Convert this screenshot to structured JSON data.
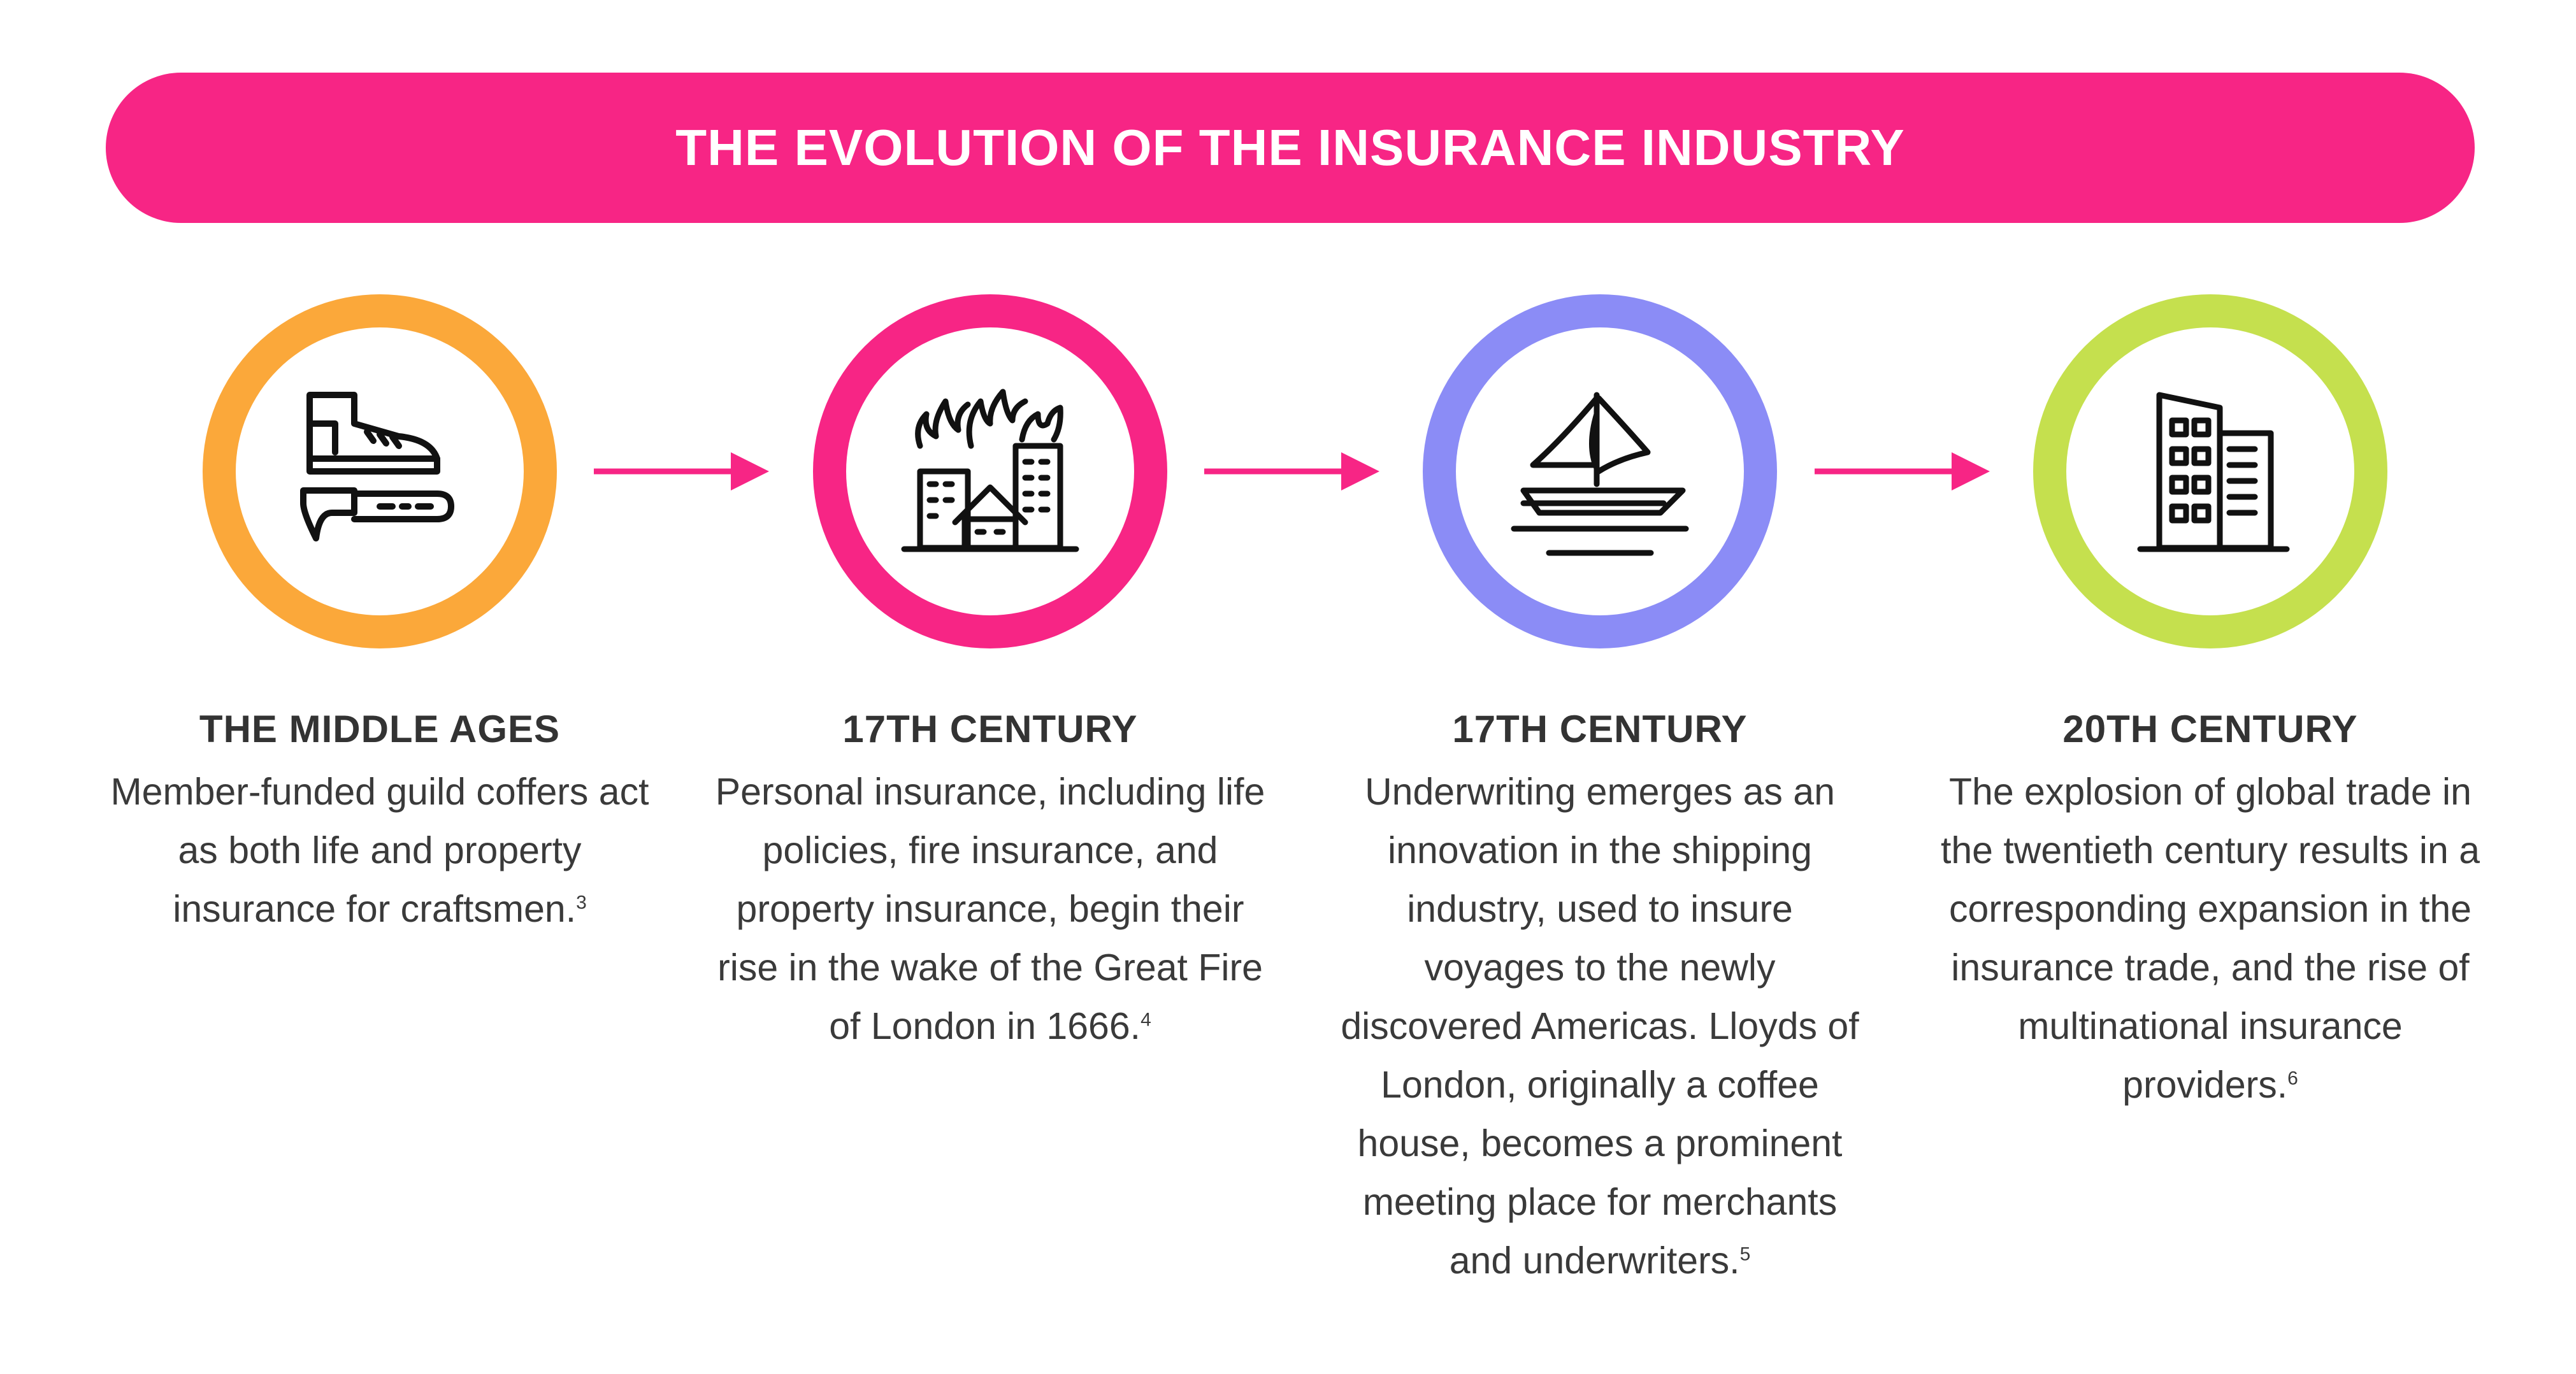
{
  "banner": {
    "title": "THE EVOLUTION OF THE INSURANCE INDUSTRY",
    "color": "#f72585"
  },
  "colors": {
    "stage_1_ring": "#fba83a",
    "stage_2_ring": "#f72585",
    "stage_3_ring": "#8b8cf6",
    "stage_4_ring": "#c5e04e",
    "arrow": "#f72585"
  },
  "stages": [
    {
      "title": "THE MIDDLE AGES",
      "description": "Member-funded guild coffers act as both life and property insurance for craftsmen.",
      "footnote": "3",
      "icon": "boot-and-hammer-icon"
    },
    {
      "title": "17TH CENTURY",
      "description": "Personal insurance, including life policies, fire insurance, and property insurance, begin their rise in the wake of the Great Fire of London in 1666.",
      "footnote": "4",
      "icon": "burning-city-icon"
    },
    {
      "title": "17TH CENTURY",
      "description": "Underwriting emerges as an innovation in the shipping industry, used to insure voyages to the newly discovered Americas. Lloyds of London, originally a coffee house, becomes a prominent meeting place for merchants and underwriters.",
      "footnote": "5",
      "icon": "sailing-ship-icon"
    },
    {
      "title": "20TH CENTURY",
      "description": "The explosion of global trade in the twentieth century results in a corresponding expansion in the insurance trade, and the rise of multinational insurance providers.",
      "footnote": "6",
      "icon": "office-buildings-icon"
    }
  ]
}
